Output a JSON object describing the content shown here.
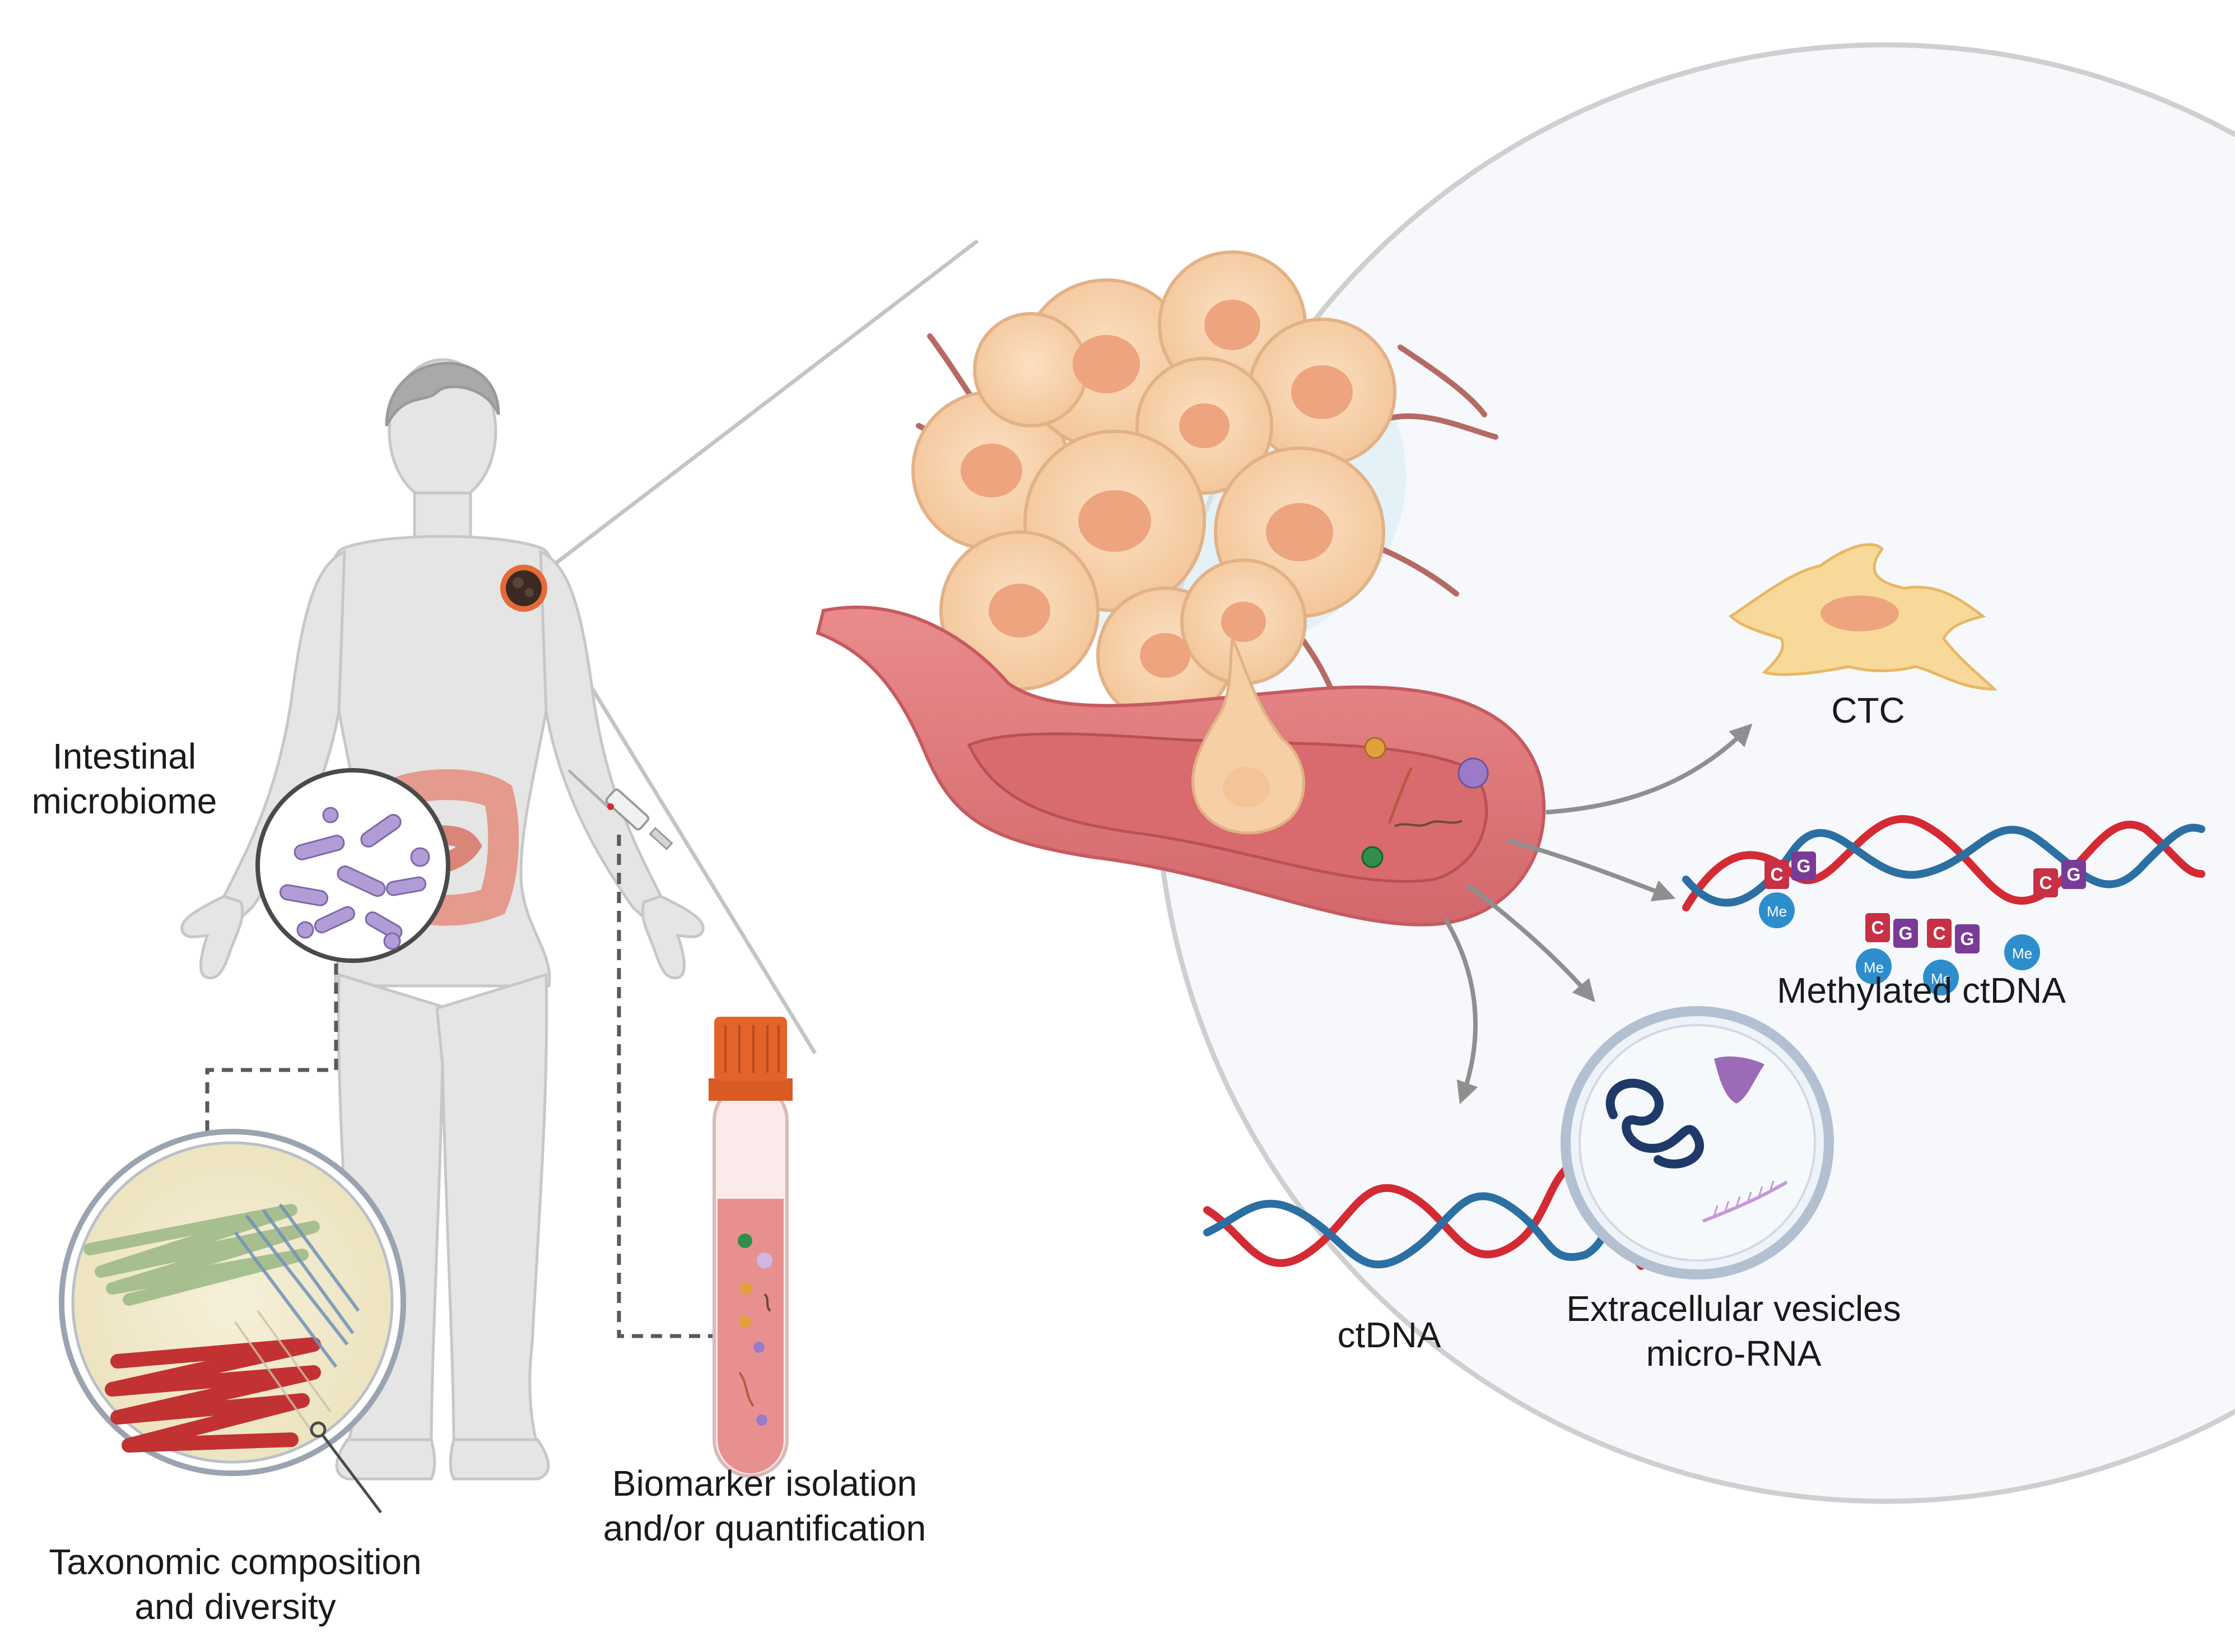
{
  "labels": {
    "intestinal_line1": "Intestinal",
    "intestinal_line2": "microbiome",
    "taxonomic_line1": "Taxonomic composition",
    "taxonomic_line2": "and diversity",
    "biomarker_line1": "Biomarker isolation",
    "biomarker_line2": "and/or quantification",
    "ctc": "CTC",
    "methylated_ctdna": "Methylated ctDNA",
    "ctdna": "ctDNA",
    "ev_line1": "Extracellular vesicles",
    "ev_line2": "micro-RNA"
  },
  "methylation_marks": {
    "cytosine": "C",
    "guanine": "G",
    "methyl": "Me"
  },
  "colors": {
    "body": "#e5e5e5",
    "body_outline": "#c7c7c7",
    "hair": "#a9a9a9",
    "tumor_cell": "#f6cfa6",
    "tumor_nucleus": "#eea47e",
    "vessel": "#e0777a",
    "vessel_inner": "#c9575c",
    "dna_red": "#d42a33",
    "dna_blue": "#2b6fa3",
    "me_badge": "#2e8dcc",
    "c_badge": "#c73045",
    "g_badge": "#7a3b98",
    "tube_cap": "#e4632a",
    "blood": "#e89090",
    "petri_medium": "#f3ecd1",
    "streak_green": "#9fba87",
    "streak_red": "#c23232",
    "streak_blue": "#6f93b8",
    "bacteria": "#b19cd6",
    "arrow": "#8f8f8f",
    "zoom_circle_fill": "#f6f8fb",
    "zoom_circle_stroke": "#cfcfcf"
  },
  "icons": [
    "human-figure-icon",
    "tumor-icon",
    "syringe-icon",
    "blood-tube-icon",
    "petri-dish-icon",
    "bacteria-magnifier-icon",
    "blood-vessel-icon",
    "ctc-cell-icon",
    "dna-helix-icon",
    "vesicle-icon"
  ]
}
